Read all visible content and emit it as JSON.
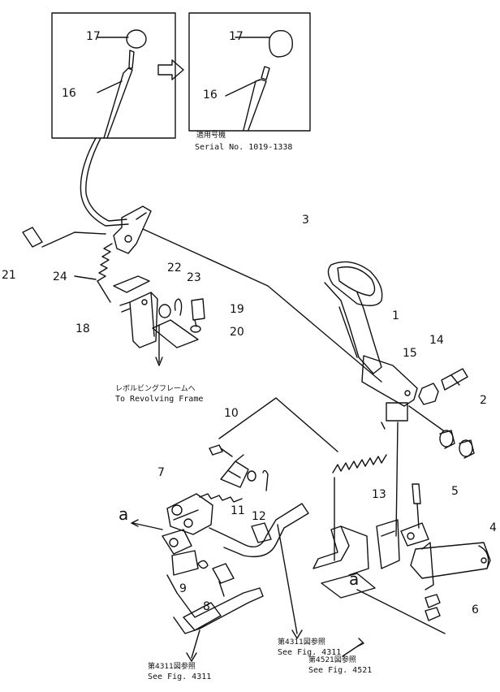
{
  "inset_left": {
    "label_knob": "17",
    "label_lever": "16"
  },
  "inset_right": {
    "label_knob": "17",
    "label_lever": "16",
    "note_jp": "適用号機",
    "note_serial": "Serial No. 1019-1338"
  },
  "callouts": {
    "c1": "1",
    "c2": "2",
    "c3": "3",
    "c4": "4",
    "c5": "5",
    "c6": "6",
    "c7": "7",
    "c8": "8",
    "c9": "9",
    "c10": "10",
    "c11": "11",
    "c12": "12",
    "c13": "13",
    "c14": "14",
    "c15": "15",
    "c18": "18",
    "c19": "19",
    "c20": "20",
    "c21": "21",
    "c22": "22",
    "c23": "23",
    "c24": "24",
    "a_left": "a",
    "a_bottom": "a"
  },
  "notes": {
    "revolving_jp": "レボルビングフレームへ",
    "revolving_en": "To Revolving Frame",
    "fig4311_a_jp": "第4311図参照",
    "fig4311_a_en": "See Fig. 4311",
    "fig4521_jp": "第4521図参照",
    "fig4521_en": "See Fig. 4521",
    "fig4311_b_jp": "第4311図参照",
    "fig4311_b_en": "See Fig. 4311"
  },
  "colors": {
    "ink": "#111111",
    "paper": "#ffffff"
  }
}
